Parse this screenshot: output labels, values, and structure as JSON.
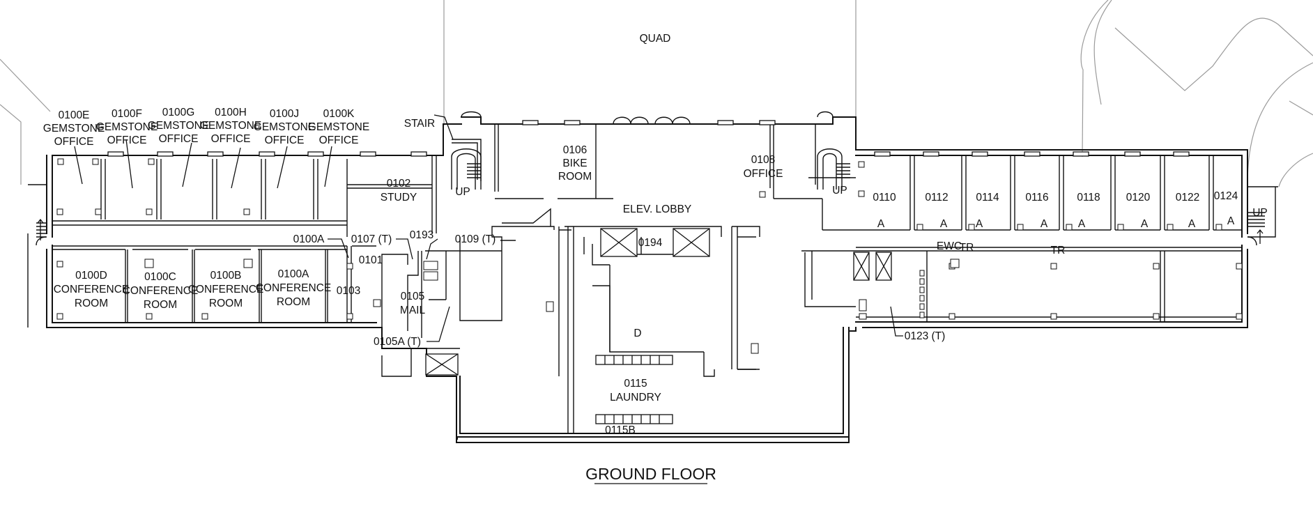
{
  "title": "GROUND FLOOR",
  "outdoor": {
    "quad": "QUAD"
  },
  "offices": [
    {
      "number": "0100E",
      "type": "GEMSTONE",
      "use": "OFFICE"
    },
    {
      "number": "0100F",
      "type": "GEMSTONE",
      "use": "OFFICE"
    },
    {
      "number": "0100G",
      "type": "GEMSTONE",
      "use": "OFFICE"
    },
    {
      "number": "0100H",
      "type": "GEMSTONE",
      "use": "OFFICE"
    },
    {
      "number": "0100J",
      "type": "GEMSTONE",
      "use": "OFFICE"
    },
    {
      "number": "0100K",
      "type": "GEMSTONE",
      "use": "OFFICE"
    }
  ],
  "conference": [
    {
      "number": "0100D",
      "name": "CONFERENCE",
      "use": "ROOM"
    },
    {
      "number": "0100C",
      "name": "CONFERENCE",
      "use": "ROOM"
    },
    {
      "number": "0100B",
      "name": "CONFERENCE",
      "use": "ROOM"
    },
    {
      "number": "0100A",
      "name": "CONFERENCE",
      "use": "ROOM"
    }
  ],
  "rooms": {
    "study": {
      "number": "0102",
      "name": "STUDY"
    },
    "bike": {
      "number": "0106",
      "line1": "BIKE",
      "line2": "ROOM"
    },
    "office108": {
      "number": "0108",
      "name": "OFFICE"
    },
    "mail": {
      "number": "0105",
      "name": "MAIL"
    },
    "laundry": {
      "number": "0115",
      "name": "LAUNDRY"
    },
    "r0101": "0101",
    "r0103": "0103",
    "r0193": "0193",
    "r0194": "0194",
    "r0115b": "0115B",
    "elev_lobby": "ELEV.  LOBBY"
  },
  "callouts": {
    "stair": "STAIR",
    "r0100a": "0100A",
    "r0107": "0107  (T)",
    "r0109": "0109  (T)",
    "r0105a": "0105A  (T)",
    "r0123": "0123 (T)",
    "ewc": "EWC",
    "tr1": "TR",
    "tr2": "TR",
    "d": "D"
  },
  "stair_marks": [
    "UP",
    "UP",
    "UP"
  ],
  "units": [
    "0110",
    "0112",
    "0114",
    "0116",
    "0118",
    "0120",
    "0122",
    "0124"
  ],
  "unit_mark": "A"
}
